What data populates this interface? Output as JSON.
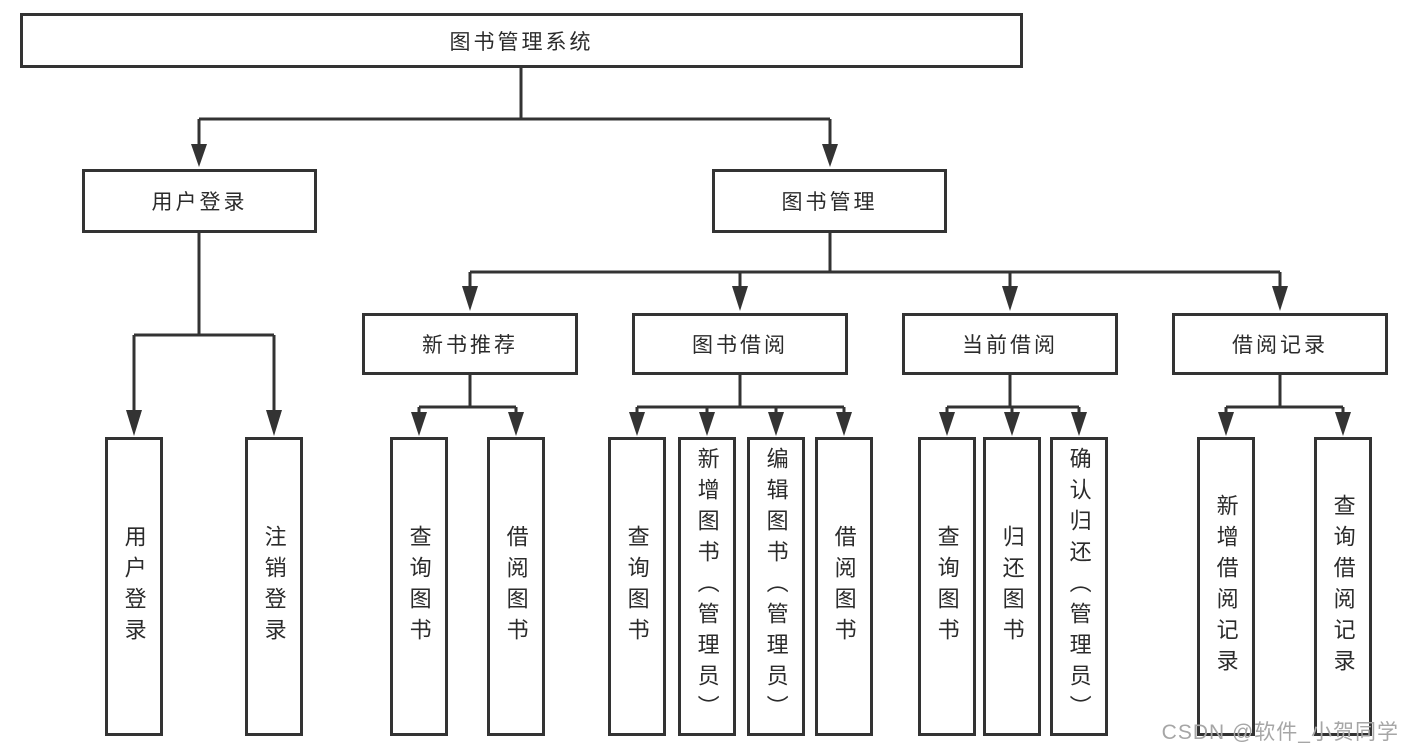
{
  "tree": {
    "root": {
      "label": "图书管理系统",
      "children": [
        {
          "label": "用户登录",
          "children": [
            {
              "label": "用户登录"
            },
            {
              "label": "注销登录"
            }
          ]
        },
        {
          "label": "图书管理",
          "children": [
            {
              "label": "新书推荐",
              "children": [
                {
                  "label": "查询图书"
                },
                {
                  "label": "借阅图书"
                }
              ]
            },
            {
              "label": "图书借阅",
              "children": [
                {
                  "label": "查询图书"
                },
                {
                  "label": "新增图书（管理员）"
                },
                {
                  "label": "编辑图书（管理员）"
                },
                {
                  "label": "借阅图书"
                }
              ]
            },
            {
              "label": "当前借阅",
              "children": [
                {
                  "label": "查询图书"
                },
                {
                  "label": "归还图书"
                },
                {
                  "label": "确认归还（管理员）"
                }
              ]
            },
            {
              "label": "借阅记录",
              "children": [
                {
                  "label": "新增借阅记录"
                },
                {
                  "label": "查询借阅记录"
                }
              ]
            }
          ]
        }
      ]
    }
  },
  "watermark": {
    "text": "CSDN @软件_小贺同学"
  },
  "colors": {
    "line": "#333333",
    "box_border": "#333333",
    "box_fill": "#ffffff",
    "text": "#2b2b2b",
    "watermark": "#a6a6a6",
    "background": "#ffffff"
  }
}
